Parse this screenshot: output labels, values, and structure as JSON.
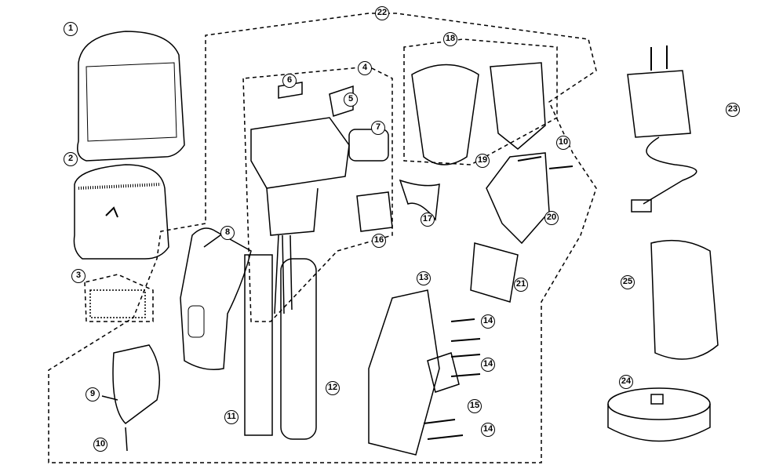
{
  "diagram": {
    "type": "exploded-parts-diagram",
    "callouts": {
      "c1": "1",
      "c2": "2",
      "c3": "3",
      "c4": "4",
      "c5": "5",
      "c6": "6",
      "c7": "7",
      "c8": "8",
      "c9": "9",
      "c10a": "10",
      "c10b": "10",
      "c11": "11",
      "c12": "12",
      "c13": "13",
      "c14a": "14",
      "c14b": "14",
      "c14c": "14",
      "c15": "15",
      "c16": "16",
      "c17": "17",
      "c18": "18",
      "c19": "19",
      "c20": "20",
      "c21": "21",
      "c22": "22",
      "c23": "23",
      "c24": "24",
      "c25": "25"
    }
  }
}
